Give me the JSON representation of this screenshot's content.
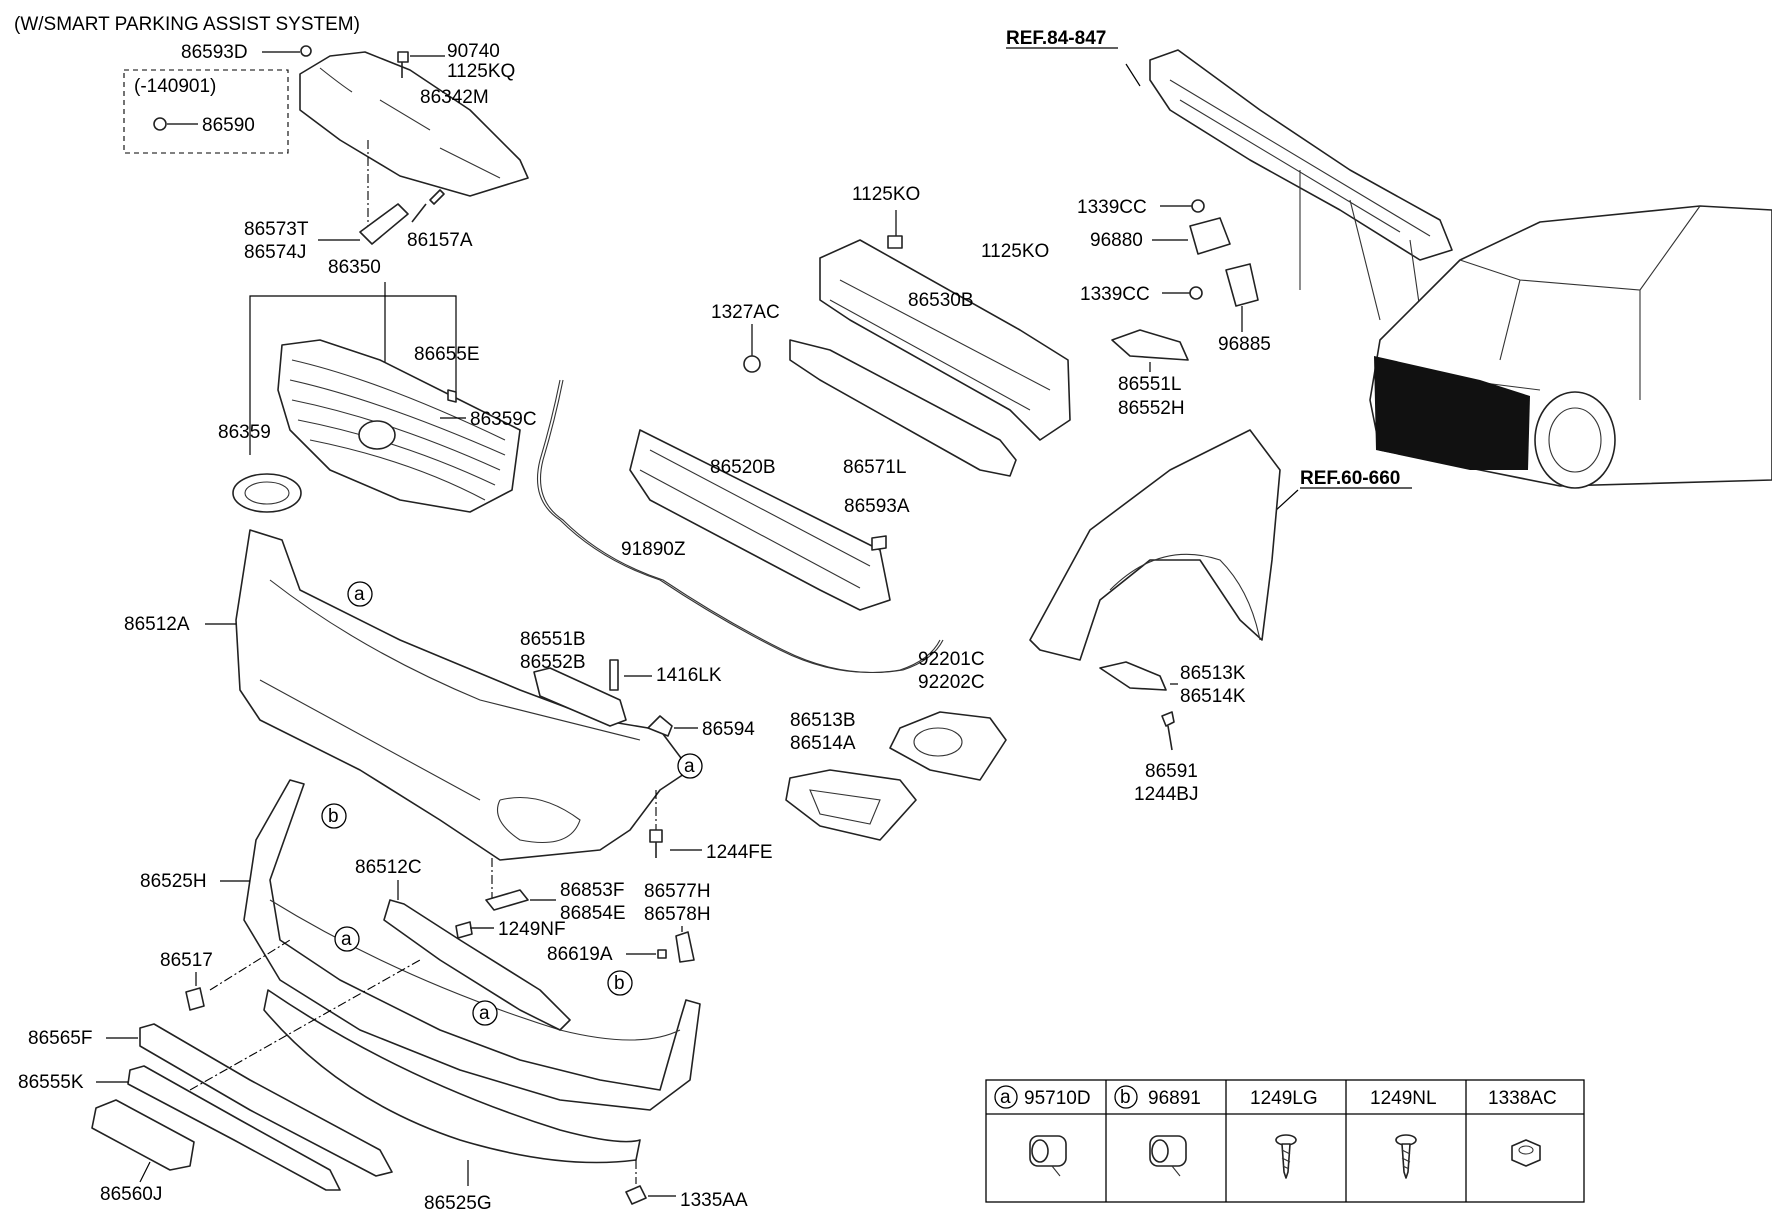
{
  "header": {
    "note": "(W/SMART PARKING ASSIST SYSTEM)"
  },
  "references": {
    "ref_frame": "REF.84-847",
    "ref_fender": "REF.60-660"
  },
  "callouts": {
    "c86593D": "86593D",
    "c90740": "90740",
    "c1125KQ": "1125KQ",
    "c140901": "(-140901)",
    "c86342M": "86342M",
    "c86590": "86590",
    "c86573T": "86573T",
    "c86574J": "86574J",
    "c86157A": "86157A",
    "c86350": "86350",
    "c86655E": "86655E",
    "c86359C": "86359C",
    "c86359": "86359",
    "c1125KO_a": "1125KO",
    "c1125KO_b": "1125KO",
    "c1327AC": "1327AC",
    "c86530B": "86530B",
    "c86571L": "86571L",
    "c86520B": "86520B",
    "c86593A": "86593A",
    "c91890Z": "91890Z",
    "c1339CC_a": "1339CC",
    "c96880": "96880",
    "c1339CC_b": "1339CC",
    "c96885": "96885",
    "c86551L": "86551L",
    "c86552H": "86552H",
    "c86512A": "86512A",
    "c86551B": "86551B",
    "c86552B": "86552B",
    "c1416LK": "1416LK",
    "c86594": "86594",
    "c92201C": "92201C",
    "c92202C": "92202C",
    "c86513B": "86513B",
    "c86514A": "86514A",
    "c86513K": "86513K",
    "c86514K": "86514K",
    "c86591": "86591",
    "c1244BJ": "1244BJ",
    "c1244FE": "1244FE",
    "c86525H": "86525H",
    "c86512C": "86512C",
    "c86853F": "86853F",
    "c86854E": "86854E",
    "c86577H": "86577H",
    "c86578H": "86578H",
    "c1249NF": "1249NF",
    "c86619A": "86619A",
    "c86517": "86517",
    "c86565F": "86565F",
    "c86555K": "86555K",
    "c86560J": "86560J",
    "c86525G": "86525G",
    "c1335AA": "1335AA"
  },
  "circle_tags": {
    "a": "a",
    "b": "b"
  },
  "legend": {
    "columns": [
      {
        "tag": "a",
        "part": "95710D",
        "icon": "parking-sensor-icon"
      },
      {
        "tag": "b",
        "part": "96891",
        "icon": "parking-sensor-icon"
      },
      {
        "tag": "",
        "part": "1249LG",
        "icon": "screw-icon"
      },
      {
        "tag": "",
        "part": "1249NL",
        "icon": "screw-icon"
      },
      {
        "tag": "",
        "part": "1338AC",
        "icon": "hex-nut-icon"
      }
    ]
  }
}
